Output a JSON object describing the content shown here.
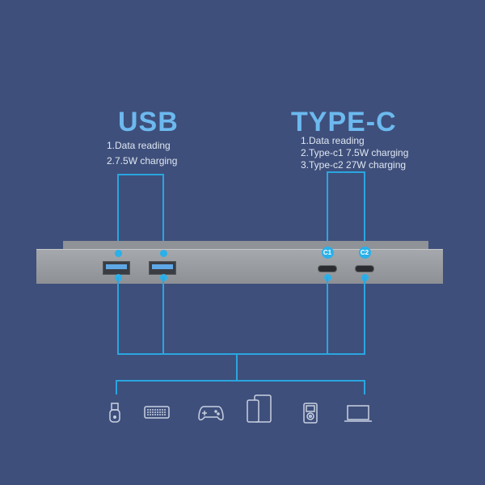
{
  "usb": {
    "title": "USB",
    "features": [
      "1.Data reading",
      "2.7.5W charging"
    ]
  },
  "typec": {
    "title": "TYPE-C",
    "features": [
      "1.Data reading",
      "2.Type-c1 7.5W charging",
      "3.Type-c2 27W charging"
    ],
    "port_labels": [
      "C1",
      "C2"
    ]
  },
  "devices": [
    "usb-drive-icon",
    "keyboard-icon",
    "gamepad-icon",
    "phone-tablet-icon",
    "mp3-player-icon",
    "laptop-icon"
  ],
  "colors": {
    "background": "#3e4f7b",
    "accent": "#2aa6df",
    "title": "#6cb9ef"
  }
}
